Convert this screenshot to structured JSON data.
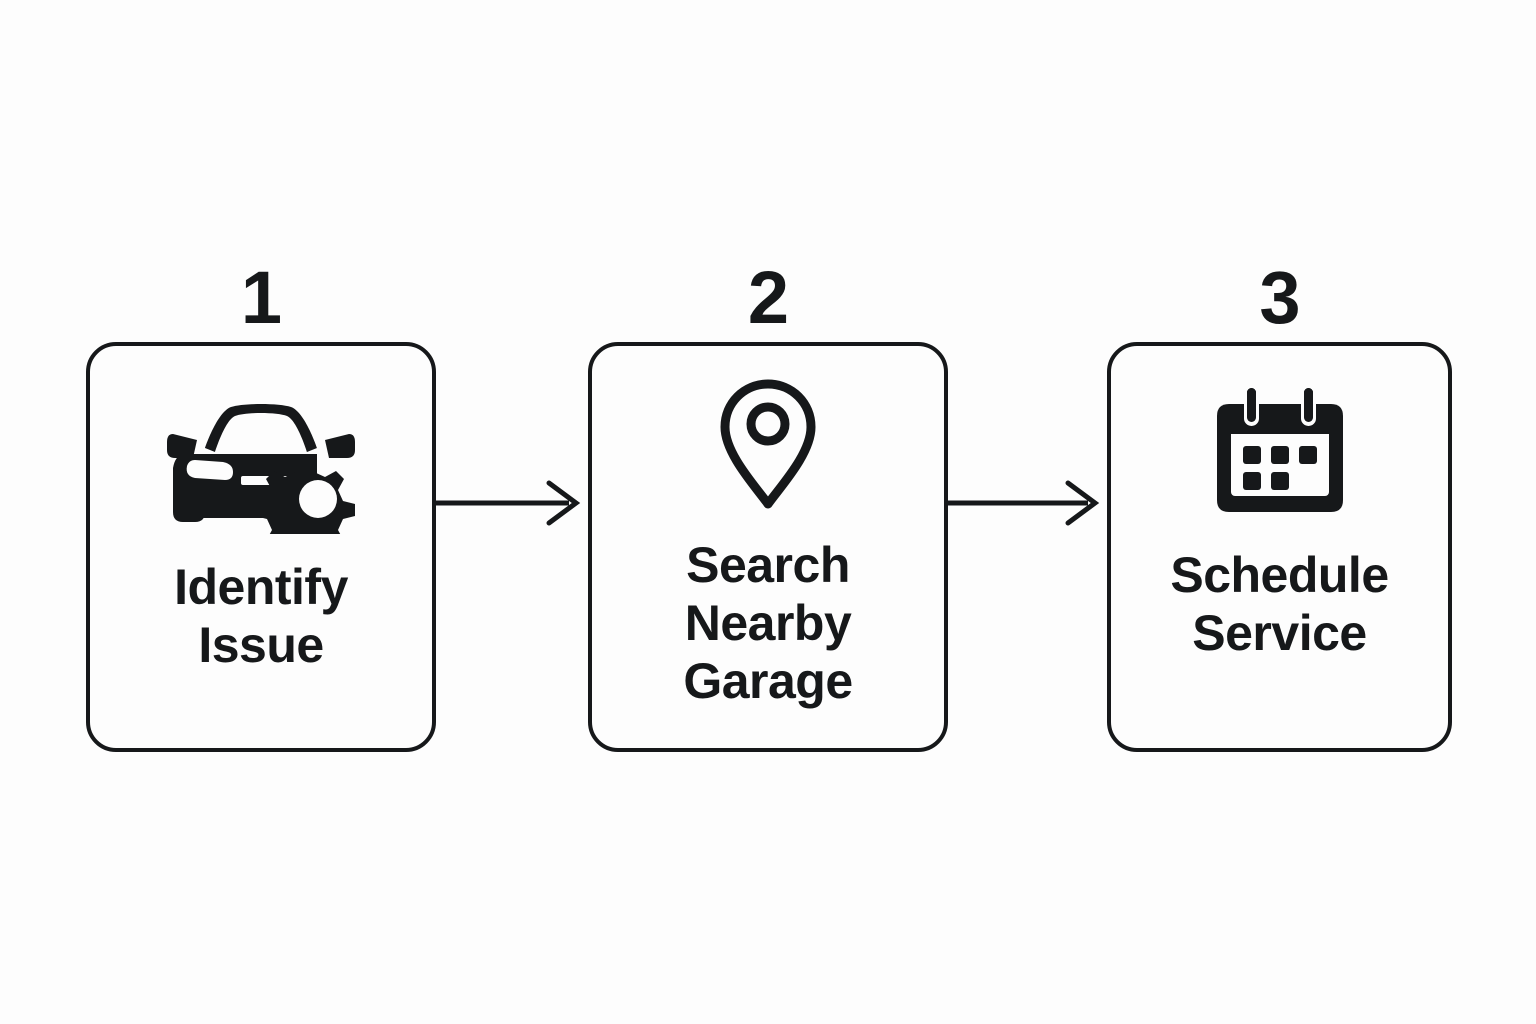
{
  "diagram": {
    "type": "process-flow",
    "orientation": "horizontal",
    "background_color": "#fdfdfd",
    "stroke_color": "#16181a",
    "steps": [
      {
        "number": "1",
        "label": "Identify\nIssue",
        "label_lines": [
          "Identify",
          "Issue"
        ],
        "icon": "car-repair-icon",
        "icon_style": "filled"
      },
      {
        "number": "2",
        "label": "Search\nNearby\nGarage",
        "label_lines": [
          "Search",
          "Nearby",
          "Garage"
        ],
        "icon": "map-pin-icon",
        "icon_style": "outline"
      },
      {
        "number": "3",
        "label": "Schedule\nService",
        "label_lines": [
          "Schedule",
          "Service"
        ],
        "icon": "calendar-icon",
        "icon_style": "filled"
      }
    ],
    "connectors": [
      {
        "from": "1",
        "to": "2",
        "icon": "arrow-right-icon"
      },
      {
        "from": "2",
        "to": "3",
        "icon": "arrow-right-icon"
      }
    ]
  }
}
